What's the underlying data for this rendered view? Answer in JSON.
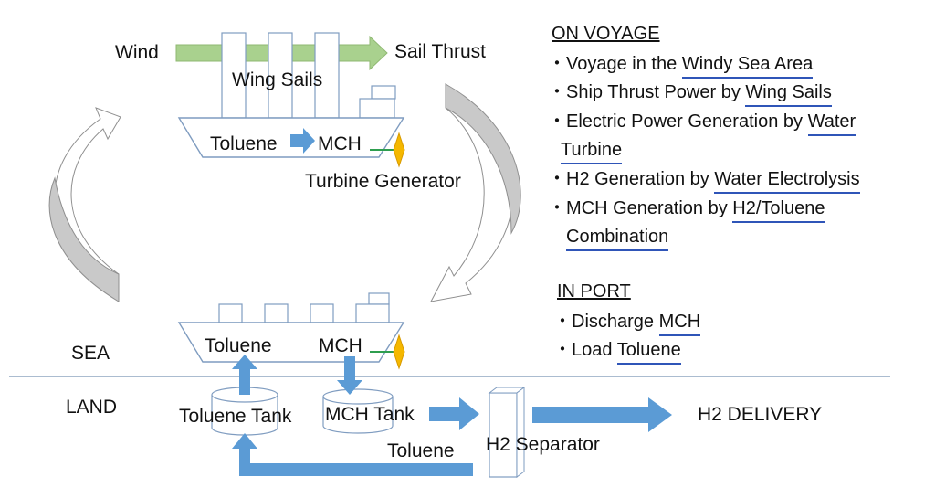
{
  "diagram": {
    "wind": "Wind",
    "sail_thrust": "Sail Thrust",
    "wing_sails": "Wing Sails",
    "toluene_ship1": "Toluene",
    "mch_ship1": "MCH",
    "turbine_generator": "Turbine Generator",
    "sea": "SEA",
    "land": "LAND",
    "toluene_ship2": "Toluene",
    "mch_ship2": "MCH",
    "toluene_tank": "Toluene Tank",
    "mch_tank": "MCH Tank",
    "h2_separator": "H2 Separator",
    "h2_delivery": "H2 DELIVERY",
    "toluene_return": "Toluene"
  },
  "on_voyage": {
    "title": "ON VOYAGE",
    "items": [
      {
        "pre": "・Voyage in the ",
        "ul": "Windy Sea Area"
      },
      {
        "pre": "・Ship Thrust Power by ",
        "ul": "Wing Sails"
      },
      {
        "pre": "・Electric Power Generation by ",
        "ul": "Water"
      },
      {
        "pre": "",
        "ul": "Turbine"
      },
      {
        "pre": "・H2 Generation by ",
        "ul": "Water Electrolysis"
      },
      {
        "pre": "・MCH Generation by ",
        "ul": "H2/Toluene"
      },
      {
        "pre": "",
        "ul": "Combination"
      }
    ]
  },
  "in_port": {
    "title": "IN PORT",
    "items": [
      {
        "pre": "・Discharge ",
        "ul": "MCH"
      },
      {
        "pre": "・Load ",
        "ul": "Toluene"
      }
    ]
  },
  "colors": {
    "blue_arrow": "#5b9bd5",
    "green_arrow": "#a9d18e",
    "gray_cycle": "#c9c9c9",
    "underline": "#2f55b8",
    "sea_line": "#8fa5c0",
    "generator": "#f5b800"
  }
}
